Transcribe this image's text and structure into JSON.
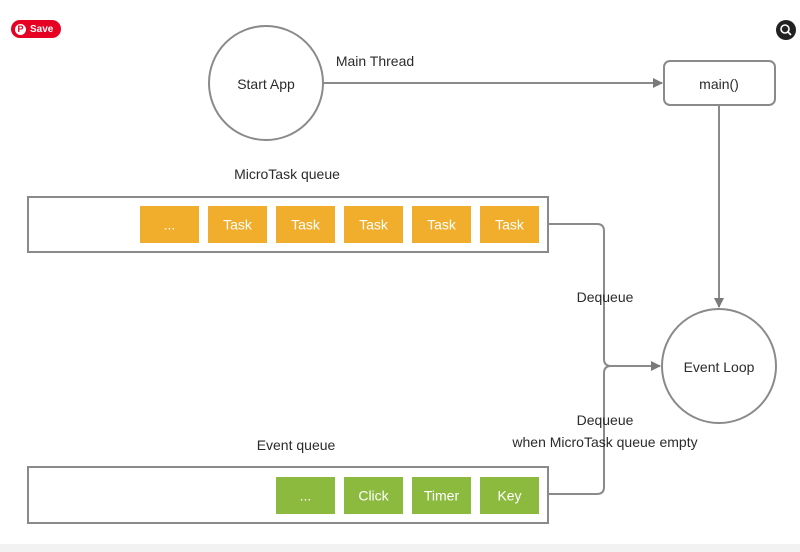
{
  "toolbar": {
    "save_label": "Save",
    "save_icon": "pinterest-icon",
    "lens_icon": "visual-search-icon"
  },
  "colors": {
    "microtask": "#f0ae2c",
    "event": "#8cba3e",
    "stroke": "#8a8a8a"
  },
  "diagram": {
    "start_app": "Start App",
    "main_thread_label": "Main Thread",
    "main_fn": "main()",
    "microtask_queue_title": "MicroTask queue",
    "microtask_items": [
      "...",
      "Task",
      "Task",
      "Task",
      "Task",
      "Task"
    ],
    "event_queue_title": "Event queue",
    "event_items": [
      "...",
      "Click",
      "Timer",
      "Key"
    ],
    "dequeue_label": "Dequeue",
    "dequeue2_line1": "Dequeue",
    "dequeue2_line2": "when MicroTask queue empty",
    "event_loop": "Event Loop"
  }
}
